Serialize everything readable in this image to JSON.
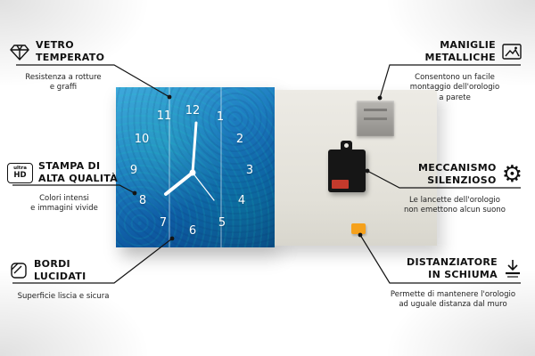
{
  "colors": {
    "clock_blue": "#1f7fc2",
    "back_panel": "#e6e4dd",
    "spacer_orange": "#f5a11c",
    "mechanism_black": "#161616",
    "battery_red": "#c43a2c",
    "line": "#141414"
  },
  "clock": {
    "n1": "1",
    "n2": "2",
    "n3": "3",
    "n4": "4",
    "n5": "5",
    "n6": "6",
    "n7": "7",
    "n8": "8",
    "n9": "9",
    "n10": "10",
    "n11": "11",
    "n12": "12"
  },
  "icons": {
    "uhd_top": "ultra",
    "uhd_bottom": "HD",
    "gear_glyph": "⚙"
  },
  "callouts": {
    "vetro": {
      "title": "VETRO\nTEMPERATO",
      "subtitle": "Resistenza a rotture\ne graffi"
    },
    "stampa": {
      "title": "STAMPA DI\nALTA QUALITÀ",
      "subtitle": "Colori intensi\ne immagini vivide"
    },
    "bordi": {
      "title": "BORDI\nLUCIDATI",
      "subtitle": "Superficie liscia e sicura"
    },
    "maniglie": {
      "title": "MANIGLIE\nMETALLICHE",
      "subtitle": "Consentono un facile\nmontaggio dell'orologio\na parete"
    },
    "meccanismo": {
      "title": "MECCANISMO\nSILENZIOSO",
      "subtitle": "Le lancette dell'orologio\nnon emettono alcun suono"
    },
    "distanziatore": {
      "title": "DISTANZIATORE\nIN SCHIUMA",
      "subtitle": "Permette di mantenere l'orologio\nad uguale distanza dal muro"
    }
  }
}
